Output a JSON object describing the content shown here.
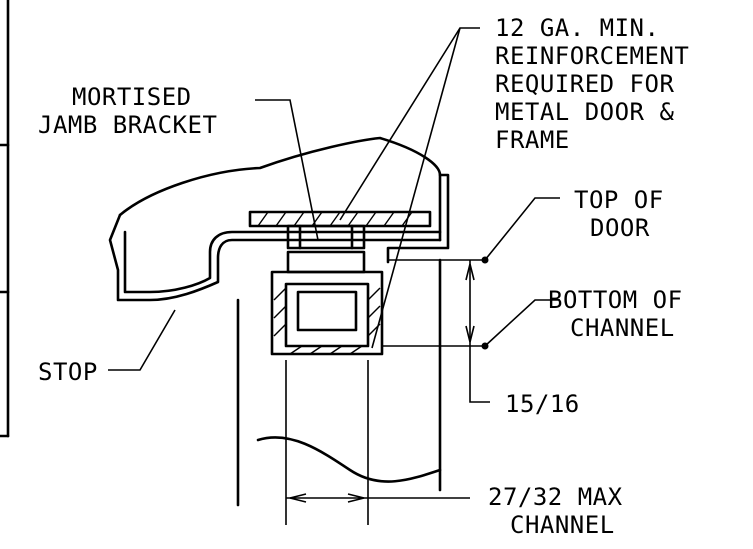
{
  "labels": {
    "mortised_line1": "MORTISED",
    "mortised_line2": "JAMB BRACKET",
    "reinf_line1": "12 GA. MIN.",
    "reinf_line2": "REINFORCEMENT",
    "reinf_line3": "REQUIRED FOR",
    "reinf_line4": "METAL DOOR &",
    "reinf_line5": "FRAME",
    "top_line1": "TOP OF",
    "top_line2": "DOOR",
    "bottom_line1": "BOTTOM OF",
    "bottom_line2": "CHANNEL",
    "stop": "STOP",
    "dim_vertical": "15/16",
    "dim_horiz_line1": "27/32 MAX",
    "dim_horiz_line2": "CHANNEL"
  }
}
